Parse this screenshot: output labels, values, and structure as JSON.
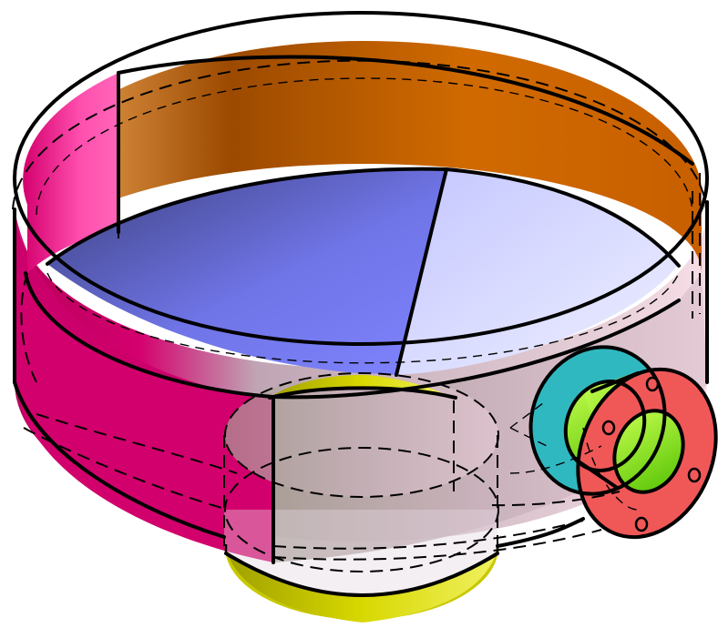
{
  "figure": {
    "kind": "isometric-3d-part-drawing",
    "parts": [
      {
        "name": "cylindrical-tank-wall",
        "color": "#c8006a"
      },
      {
        "name": "tank-inner-wall-back",
        "color": "#c86400"
      },
      {
        "name": "tank-floor-left",
        "color": "#6e74e0"
      },
      {
        "name": "tank-floor-right",
        "color": "#cfd2ff"
      },
      {
        "name": "bottom-outlet-pipe",
        "color": "#d8d800"
      },
      {
        "name": "side-nozzle-cyan-flange",
        "color": "#30b8c0"
      },
      {
        "name": "side-nozzle-pipe",
        "color": "#80e000"
      },
      {
        "name": "side-nozzle-red-flange",
        "color": "#f05858"
      }
    ],
    "flange_bolt_holes": 4
  }
}
